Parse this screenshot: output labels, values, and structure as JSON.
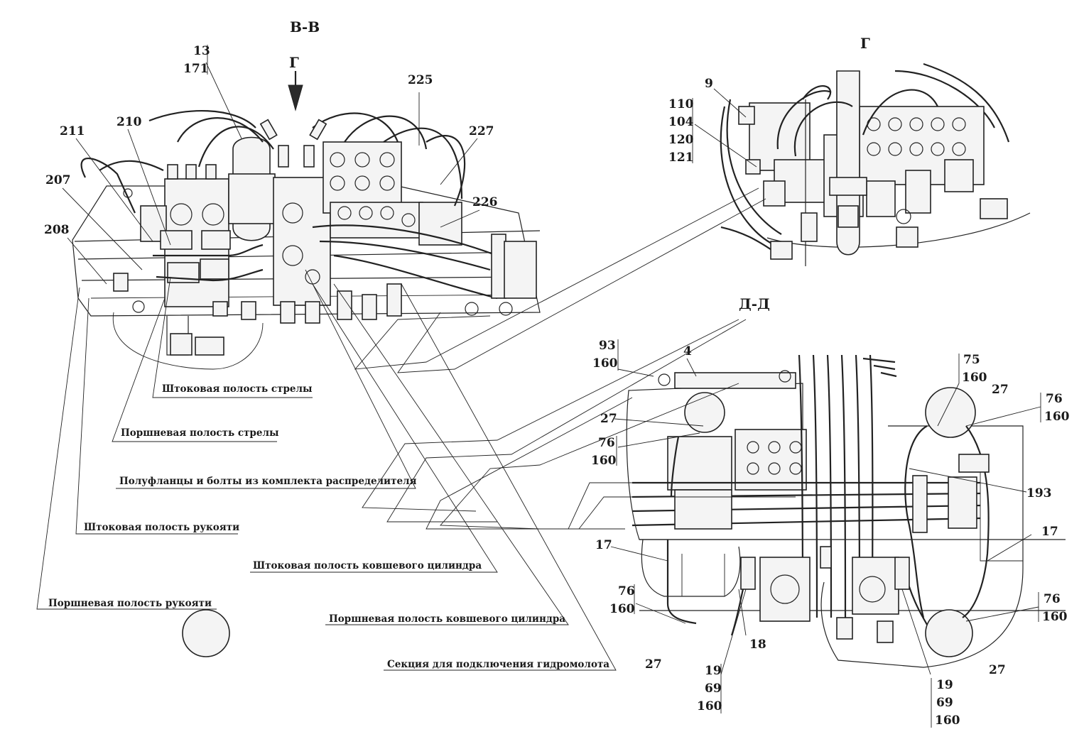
{
  "sections": {
    "vv": "В-В",
    "g": "Г",
    "dd": "Д-Д",
    "arrow_g": "Г"
  },
  "callouts": {
    "c13": "13",
    "c171": "171",
    "c225": "225",
    "c227": "227",
    "c226": "226",
    "c211": "211",
    "c210": "210",
    "c207": "207",
    "c208": "208",
    "c9": "9",
    "c110": "110",
    "c104": "104",
    "c120": "120",
    "c121": "121",
    "c93": "93",
    "c160a": "160",
    "c4": "4",
    "c75": "75",
    "c160b": "160",
    "c27a": "27",
    "c76a": "76",
    "c160c": "160",
    "c27b": "27",
    "c76b": "76",
    "c160d": "160",
    "c193": "193",
    "c17a": "17",
    "c17b": "17",
    "c76c": "76",
    "c160e": "160",
    "c76d": "76",
    "c160f": "160",
    "c18": "18",
    "c27c": "27",
    "c27d": "27",
    "c19a": "19",
    "c69a": "69",
    "c160g": "160",
    "c19b": "19",
    "c69b": "69",
    "c160h": "160"
  },
  "captions": {
    "rod_boom": "Штоковая полость стрелы",
    "piston_boom": "Поршневая полость стрелы",
    "flanges": "Полуфланцы и болты из комплекта распределителя",
    "rod_arm": "Штоковая полость рукояти",
    "rod_bucket": "Штоковая полость ковшевого цилиндра",
    "piston_arm": "Поршневая полость рукояти",
    "piston_bucket": "Поршневая полость ковшевого цилиндра",
    "hammer": "Секция для подключения гидромолота"
  }
}
